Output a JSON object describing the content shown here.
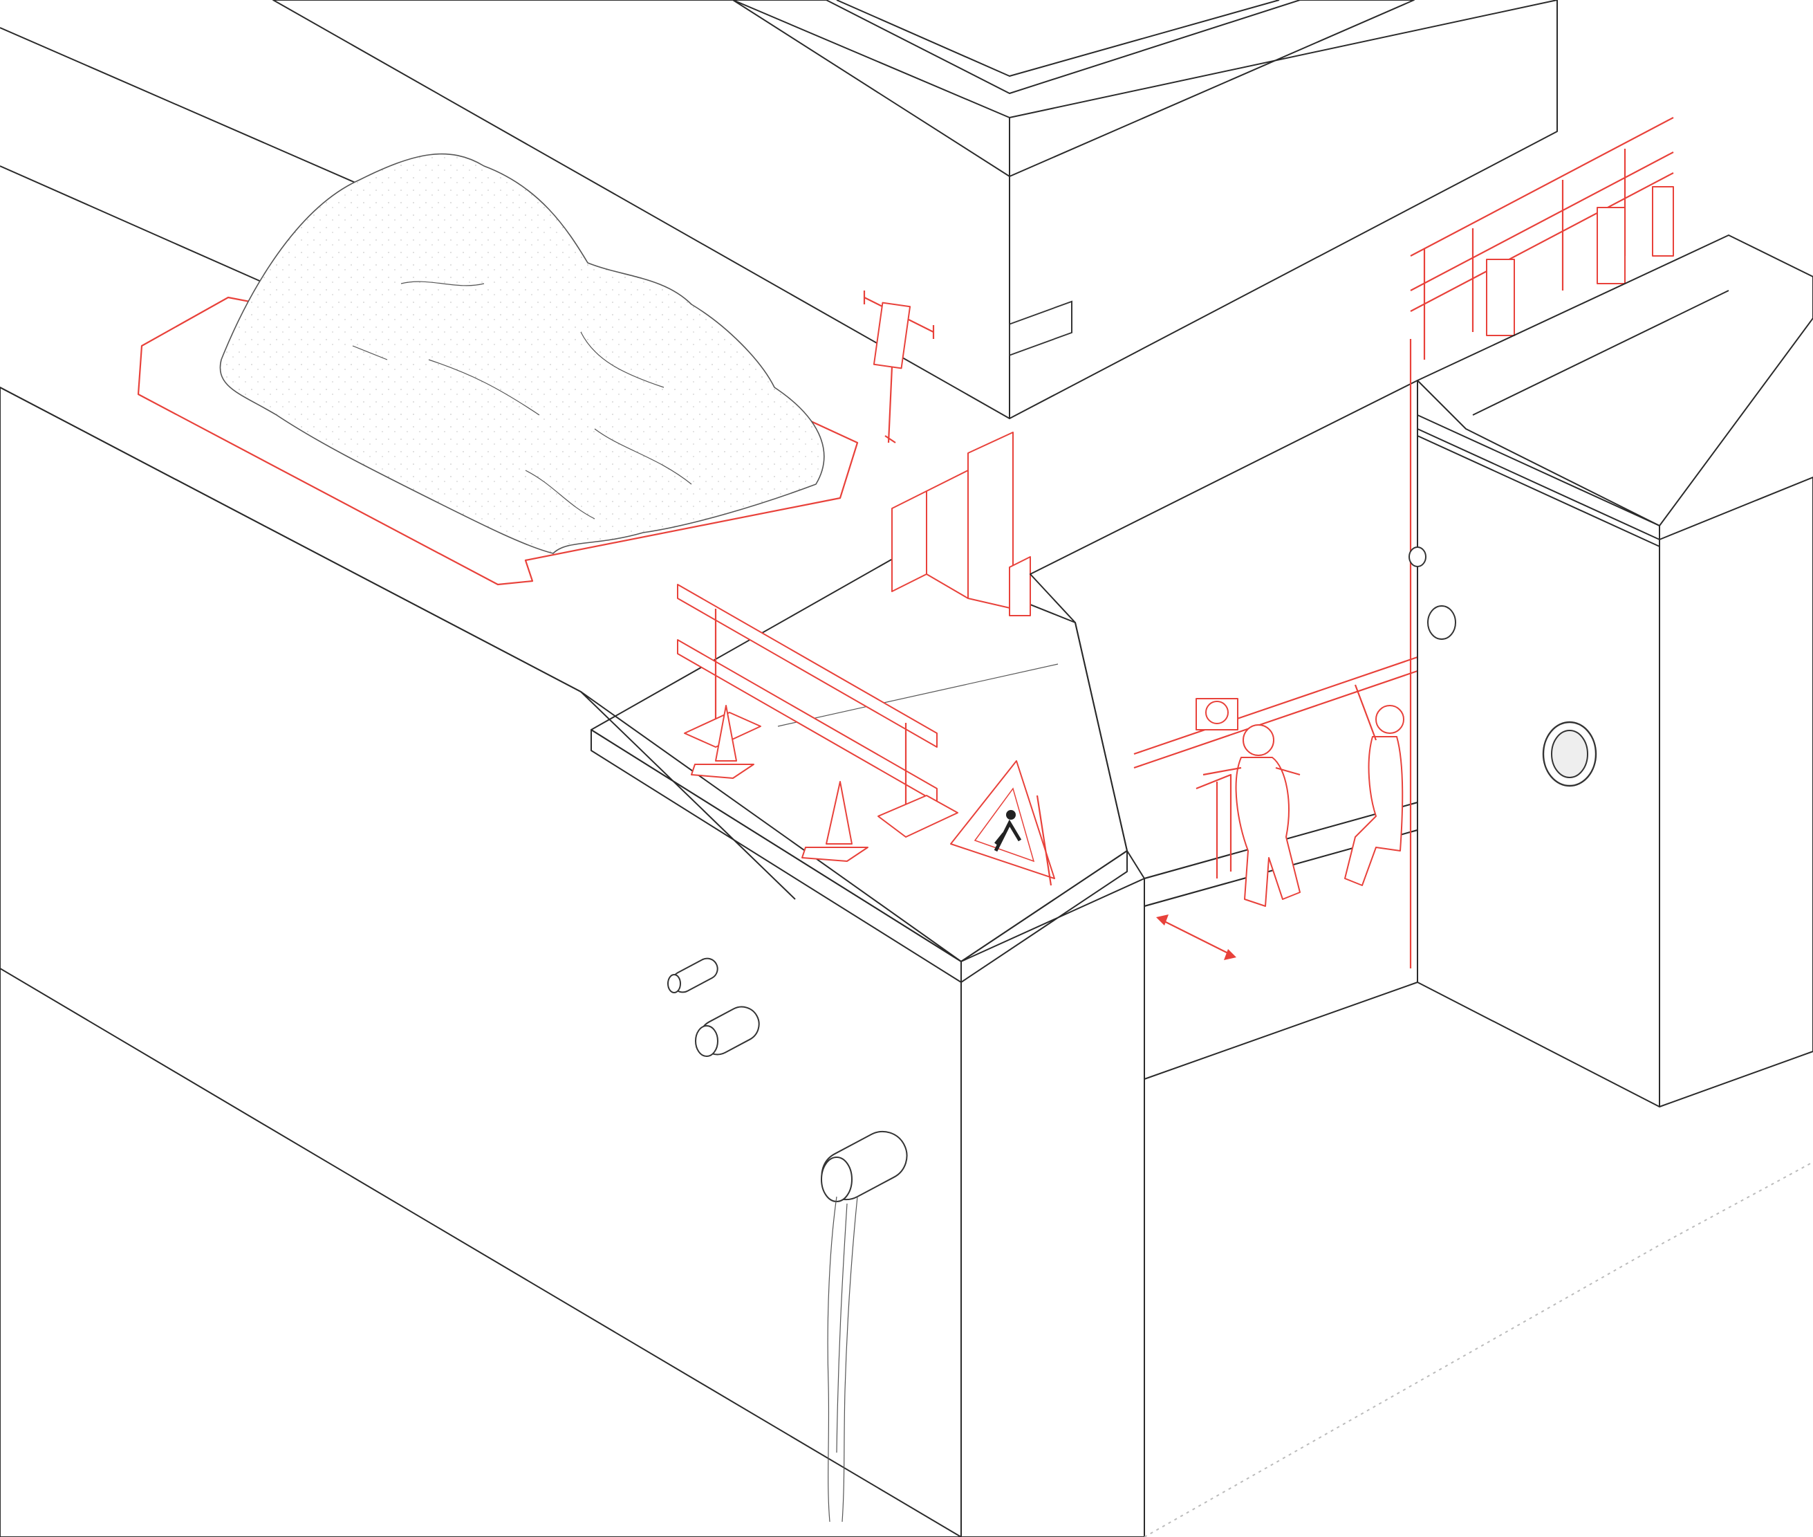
{
  "palette": {
    "line": "#2a2a2a",
    "accent_red": "#e8413a",
    "soil_face": "#ffffff",
    "trench_shadow": "#9a9a9a",
    "cut_face_grey": "#a9a9a9",
    "brick_mortar": "#d8d8d8",
    "background": "#ffffff"
  },
  "icons": {
    "sign": "worker-at-work-triangle-sign",
    "cone": "traffic-cone",
    "pipe": "drain-pipe",
    "hammer": "jackhammer",
    "worker": "construction-worker",
    "barrier": "construction-barrier",
    "drill": "core-drill-machine"
  }
}
